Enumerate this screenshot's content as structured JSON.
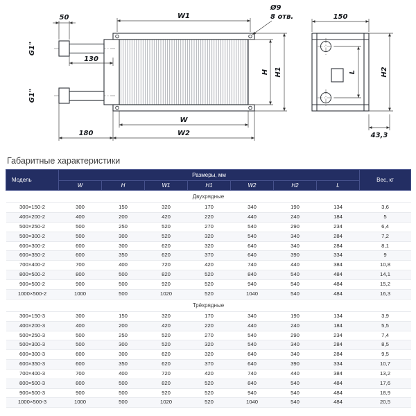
{
  "drawing": {
    "labels": {
      "w1": "W1",
      "w": "W",
      "w2": "W2",
      "h": "H",
      "h1": "H1",
      "d50": "50",
      "d130": "130",
      "d180": "180",
      "hole_d": "Ø9",
      "hole_n": "8 отв.",
      "g1_top": "G1\"",
      "g1_bot": "G1\"",
      "d150": "150",
      "l": "L",
      "h2": "H2",
      "d433": "43,3"
    }
  },
  "section_title": "Габаритные характеристики",
  "table": {
    "header": {
      "model": "Модель",
      "sizes": "Размеры, мм",
      "weight": "Вес, кг",
      "cols": [
        "W",
        "H",
        "W1",
        "H1",
        "W2",
        "H2",
        "L"
      ]
    },
    "groups": [
      {
        "label": "Двухрядные",
        "rows": [
          {
            "model": "300×150-2",
            "values": [
              300,
              150,
              320,
              170,
              340,
              190,
              134
            ],
            "weight": "3,6"
          },
          {
            "model": "400×200-2",
            "values": [
              400,
              200,
              420,
              220,
              440,
              240,
              184
            ],
            "weight": "5"
          },
          {
            "model": "500×250-2",
            "values": [
              500,
              250,
              520,
              270,
              540,
              290,
              234
            ],
            "weight": "6,4"
          },
          {
            "model": "500×300-2",
            "values": [
              500,
              300,
              520,
              320,
              540,
              340,
              284
            ],
            "weight": "7,2"
          },
          {
            "model": "600×300-2",
            "values": [
              600,
              300,
              620,
              320,
              640,
              340,
              284
            ],
            "weight": "8,1"
          },
          {
            "model": "600×350-2",
            "values": [
              600,
              350,
              620,
              370,
              640,
              390,
              334
            ],
            "weight": "9"
          },
          {
            "model": "700×400-2",
            "values": [
              700,
              400,
              720,
              420,
              740,
              440,
              384
            ],
            "weight": "10,8"
          },
          {
            "model": "800×500-2",
            "values": [
              800,
              500,
              820,
              520,
              840,
              540,
              484
            ],
            "weight": "14,1"
          },
          {
            "model": "900×500-2",
            "values": [
              900,
              500,
              920,
              520,
              940,
              540,
              484
            ],
            "weight": "15,2"
          },
          {
            "model": "1000×500-2",
            "values": [
              1000,
              500,
              1020,
              520,
              1040,
              540,
              484
            ],
            "weight": "16,3"
          }
        ]
      },
      {
        "label": "Трёхрядные",
        "rows": [
          {
            "model": "300×150-3",
            "values": [
              300,
              150,
              320,
              170,
              340,
              190,
              134
            ],
            "weight": "3,9"
          },
          {
            "model": "400×200-3",
            "values": [
              400,
              200,
              420,
              220,
              440,
              240,
              184
            ],
            "weight": "5,5"
          },
          {
            "model": "500×250-3",
            "values": [
              500,
              250,
              520,
              270,
              540,
              290,
              234
            ],
            "weight": "7,4"
          },
          {
            "model": "500×300-3",
            "values": [
              500,
              300,
              520,
              320,
              540,
              340,
              284
            ],
            "weight": "8,5"
          },
          {
            "model": "600×300-3",
            "values": [
              600,
              300,
              620,
              320,
              640,
              340,
              284
            ],
            "weight": "9,5"
          },
          {
            "model": "600×350-3",
            "values": [
              600,
              350,
              620,
              370,
              640,
              390,
              334
            ],
            "weight": "10,7"
          },
          {
            "model": "700×400-3",
            "values": [
              700,
              400,
              720,
              420,
              740,
              440,
              384
            ],
            "weight": "13,2"
          },
          {
            "model": "800×500-3",
            "values": [
              800,
              500,
              820,
              520,
              840,
              540,
              484
            ],
            "weight": "17,6"
          },
          {
            "model": "900×500-3",
            "values": [
              900,
              500,
              920,
              520,
              940,
              540,
              484
            ],
            "weight": "18,9"
          },
          {
            "model": "1000×500-3",
            "values": [
              1000,
              500,
              1020,
              520,
              1040,
              540,
              484
            ],
            "weight": "20,5"
          }
        ]
      }
    ]
  }
}
